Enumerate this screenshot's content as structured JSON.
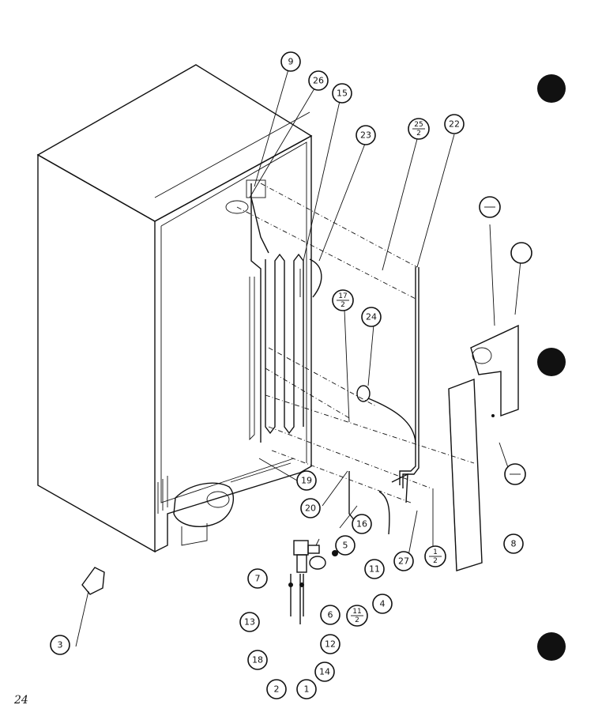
{
  "callouts": [
    {
      "label": "9"
    },
    {
      "label": "26"
    },
    {
      "label": "15"
    },
    {
      "label": "23"
    },
    {
      "top": "25",
      "bottom": "2"
    },
    {
      "label": "22"
    },
    {
      "top": "17",
      "bottom": "2"
    },
    {
      "label": "24"
    },
    {
      "label": "19"
    },
    {
      "label": "20"
    },
    {
      "label": "16"
    },
    {
      "label": "5"
    },
    {
      "label": "27"
    },
    {
      "top": "1",
      "bottom": "2"
    },
    {
      "label": "7"
    },
    {
      "label": "11"
    },
    {
      "label": "4"
    },
    {
      "label": "6"
    },
    {
      "top": "11",
      "bottom": "2"
    },
    {
      "label": "13"
    },
    {
      "label": "12"
    },
    {
      "label": "18"
    },
    {
      "label": "14"
    },
    {
      "label": "2"
    },
    {
      "label": "1"
    },
    {
      "label": "3"
    },
    {
      "label": "8"
    }
  ],
  "page_number": "24"
}
